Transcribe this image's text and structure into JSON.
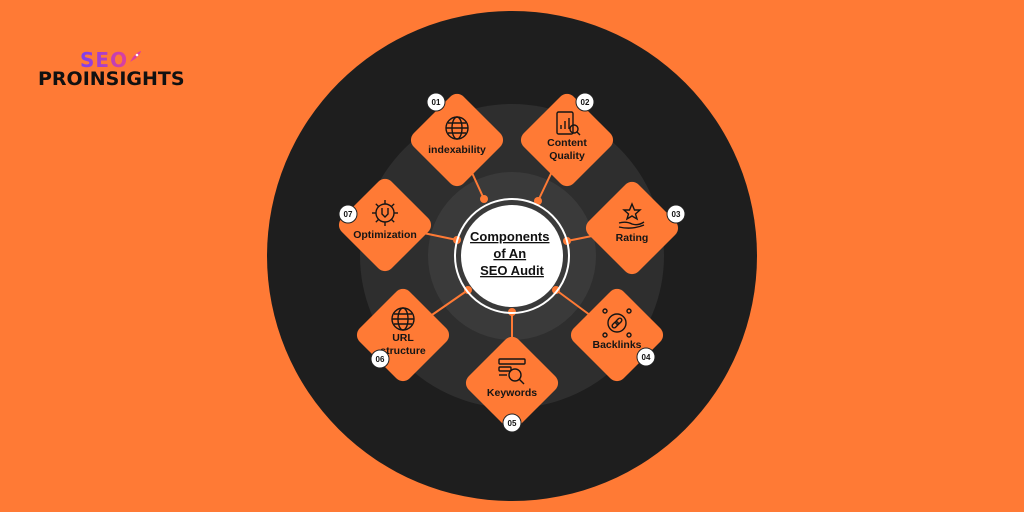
{
  "brand": {
    "seo": "SEO",
    "name": "PROINSIGHTS"
  },
  "center": {
    "lines": [
      "Components",
      "of An",
      "SEO Audit"
    ]
  },
  "components": [
    {
      "number": "01",
      "lines": [
        "indexability"
      ],
      "icon": "globe-icon"
    },
    {
      "number": "02",
      "lines": [
        "Content",
        "Quality"
      ],
      "icon": "document-chart-icon"
    },
    {
      "number": "03",
      "lines": [
        "Rating"
      ],
      "icon": "star-hand-icon"
    },
    {
      "number": "04",
      "lines": [
        "Backlinks"
      ],
      "icon": "link-icon"
    },
    {
      "number": "05",
      "lines": [
        "Keywords"
      ],
      "icon": "keyword-search-icon"
    },
    {
      "number": "06",
      "lines": [
        "URL",
        "structure"
      ],
      "icon": "globe-icon"
    },
    {
      "number": "07",
      "lines": [
        "Optimization"
      ],
      "icon": "gear-wrench-icon"
    }
  ],
  "colors": {
    "background": "#FF7A35",
    "panel": "#FF7A35",
    "outer_ring": "#1E1E1E",
    "middle_ring": "#2E2E2E",
    "inner_ring": "#3A3A3A",
    "center": "#FFFFFF"
  }
}
